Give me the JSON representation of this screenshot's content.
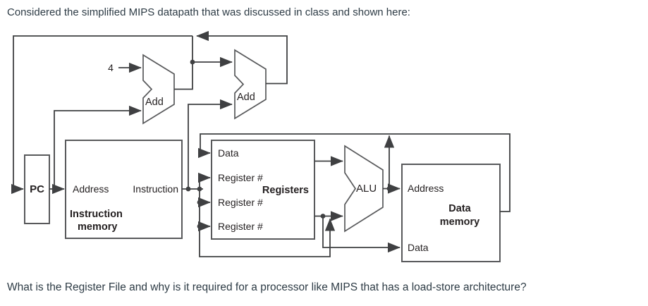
{
  "page": {
    "intro": "Considered the simplified MIPS datapath that was discussed in class and shown here:",
    "question": "What is the Register File and why is it required for a processor like MIPS that has a load-store architecture?"
  },
  "diagram": {
    "colors": {
      "wire": "#3f4042",
      "box_border": "#58595b",
      "text": "#231f20",
      "page_text": "#2d3b45",
      "background": "#ffffff"
    },
    "labels": {
      "four": "4",
      "add1": "Add",
      "add2": "Add",
      "alu": "ALU",
      "pc": "PC",
      "imem_address": "Address",
      "imem_instruction": "Instruction",
      "imem_title1": "Instruction",
      "imem_title2": "memory",
      "reg_data": "Data",
      "reg_num1": "Register #",
      "reg_title": "Registers",
      "reg_num2": "Register #",
      "reg_num3": "Register #",
      "dmem_address": "Address",
      "dmem_title1": "Data",
      "dmem_title2": "memory",
      "dmem_data": "Data"
    }
  }
}
